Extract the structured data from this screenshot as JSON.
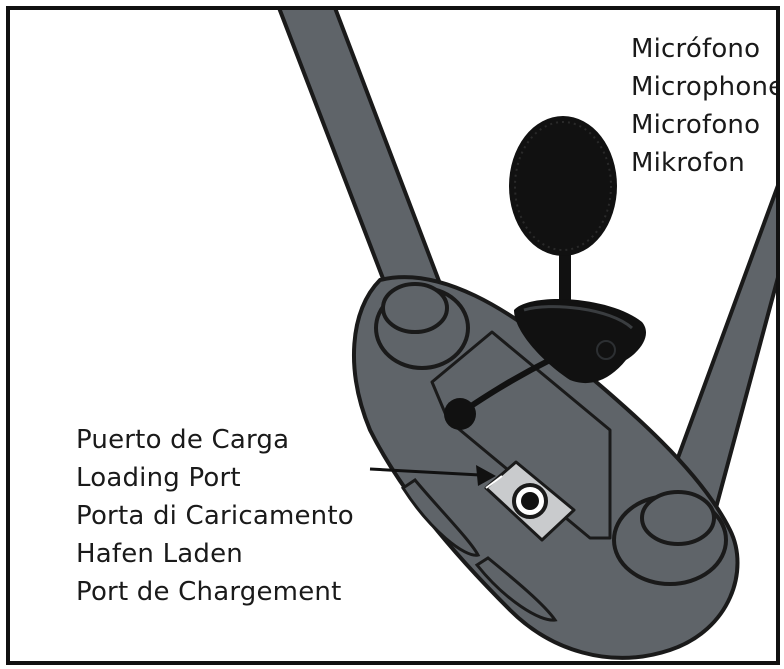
{
  "labels": {
    "microphone": [
      "Micrófono",
      "Microphone",
      "Microfono",
      "Mikrofon"
    ],
    "charging_port": [
      "Puerto de Carga",
      "Loading Port",
      "Porta di Caricamento",
      "Hafen Laden",
      "Port de Chargement"
    ]
  },
  "colors": {
    "device_body": "#5f6469",
    "device_outline": "#1a1a1a",
    "foam": "#111111",
    "port_plate": "#c9cbcd",
    "text": "#1a1a1a"
  }
}
